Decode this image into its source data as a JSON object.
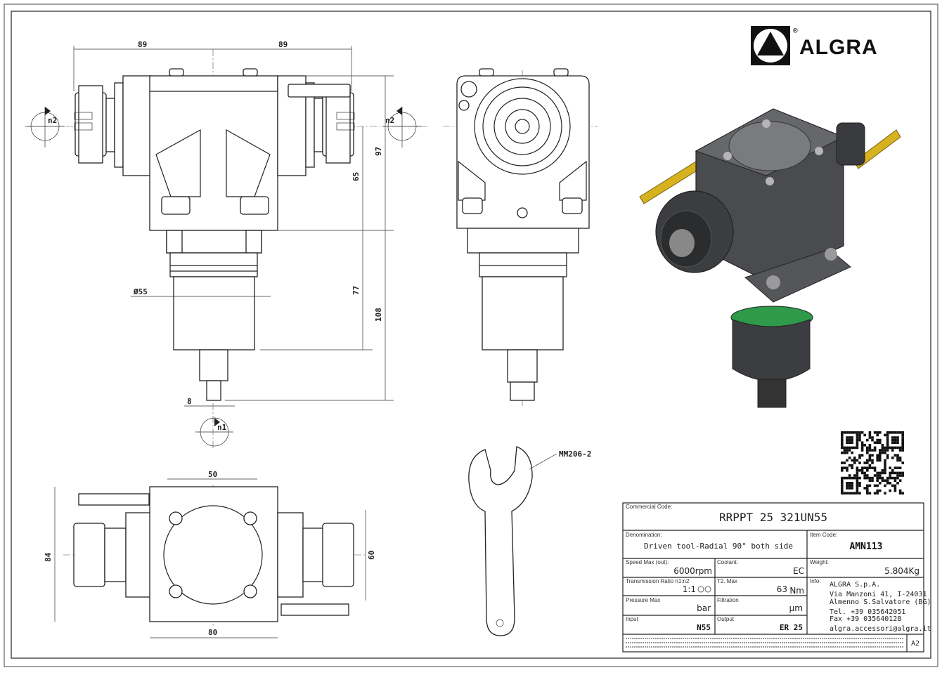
{
  "logo": {
    "text": "ALGRA",
    "reg": "®"
  },
  "dimensions": {
    "front_left_width": "89",
    "front_right_width": "89",
    "height_97": "97",
    "height_65": "65",
    "height_77": "77",
    "height_108": "108",
    "diameter": "Ø55",
    "shank": "8",
    "bottom_top": "50",
    "bottom_height": "84",
    "bottom_right": "60",
    "bottom_width": "80"
  },
  "rotation": {
    "n1": "n1",
    "n2_left": "n2",
    "n2_right": "n2"
  },
  "wrench_code": "MM206-2",
  "title_block": {
    "commercial_code_label": "Commercial Code:",
    "commercial_code": "RRPPT 25 321UN55",
    "denomination_label": "Denomination:",
    "denomination": "Driven tool-Radial 90° both side",
    "item_code_label": "Item Code:",
    "item_code": "AMN113",
    "speed_label": "Speed Max (out):",
    "speed": "6000rpm",
    "coolant_label": "Coolant:",
    "coolant": "EC",
    "weight_label": "Weight:",
    "weight": "5.804Kg",
    "ratio_label": "Transmission Ratio n1:n2",
    "ratio": "1:1",
    "torque_label": "T2. Max",
    "torque": "63",
    "torque_unit": "Nm",
    "pressure_label": "Pressure Max",
    "pressure": "bar",
    "filtration_label": "Filtration",
    "filtration": "µm",
    "input_label": "Input",
    "input": "N55",
    "output_label": "Output",
    "output": "ER 25",
    "info_label": "Info:",
    "company": "ALGRA S.p.A.",
    "address1": "Via Manzoni 41, I-24031",
    "address2": "Almenno S.Salvatore (BG)",
    "tel": "Tel. +39 035642051",
    "fax": "Fax +39 035640128",
    "email": "algra.accessori@algra.it",
    "sheet_size": "A2"
  },
  "colors": {
    "accent_yellow": "#d6b21e",
    "body_gray": "#3c3d40",
    "seal_green": "#2e9a4a"
  }
}
